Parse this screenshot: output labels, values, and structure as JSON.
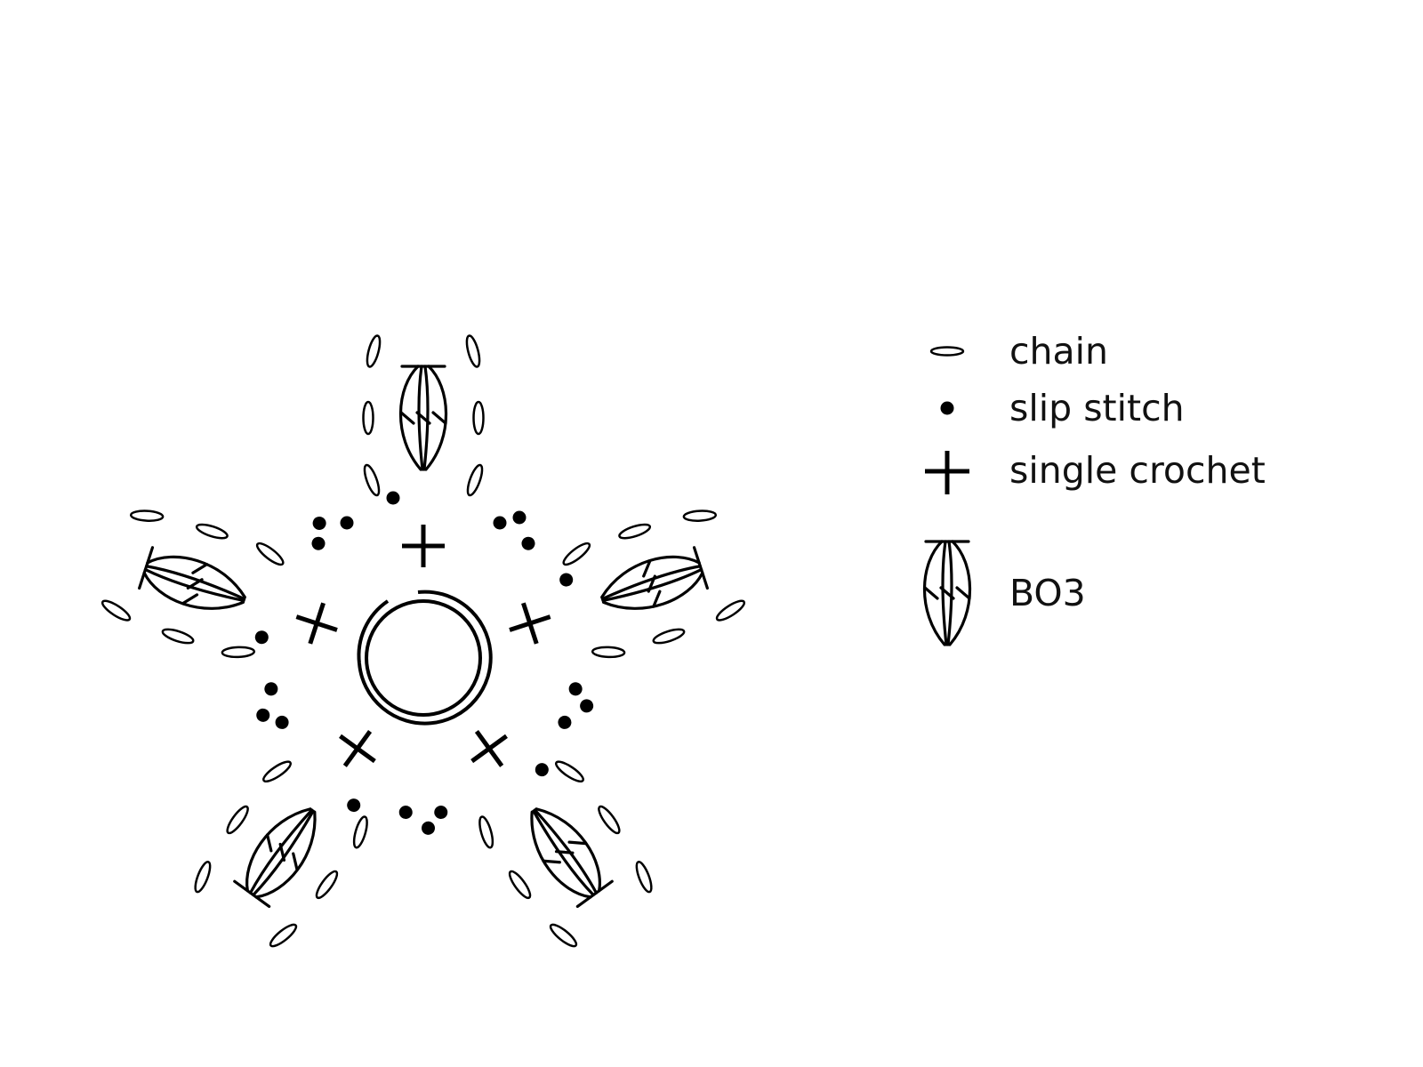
{
  "diagram": {
    "type": "crochet-chart",
    "motif": "five-petal-flower",
    "petal_count": 5,
    "center": "magic-ring",
    "stroke_color": "#000000",
    "background_color": "#ffffff",
    "petal_sequence": [
      "slip stitch",
      "single crochet",
      "slip stitch",
      "chain",
      "chain",
      "chain",
      "BO3",
      "chain",
      "chain",
      "chain"
    ]
  },
  "legend": {
    "items": [
      {
        "symbol": "chain-icon",
        "label": "chain"
      },
      {
        "symbol": "slip-stitch-icon",
        "label": "slip stitch"
      },
      {
        "symbol": "single-crochet-icon",
        "label": "single crochet"
      },
      {
        "symbol": "bo3-icon",
        "label": "BO3"
      }
    ]
  }
}
